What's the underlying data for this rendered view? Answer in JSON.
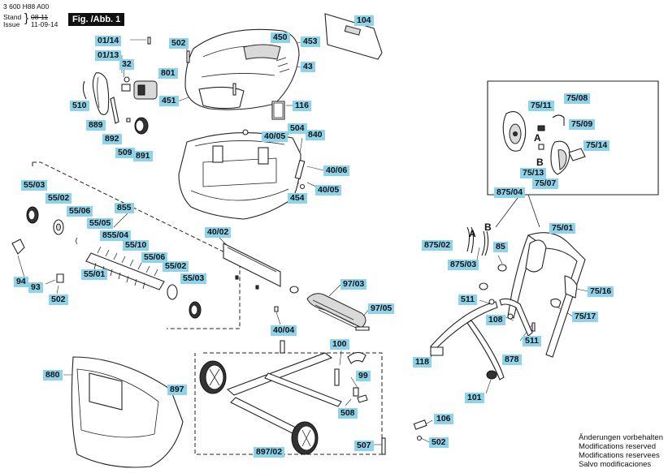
{
  "header": {
    "doc_number": "3 600 H88 A00",
    "stand_label": "Stand",
    "issue_label": "Issue",
    "old_date": "08-11",
    "date": "11-09-14",
    "figure": "Fig. /Abb. 1"
  },
  "labels": {
    "l104": "104",
    "l450": "450",
    "l453": "453",
    "l43": "43",
    "l451": "451",
    "l116": "116",
    "l502a": "502",
    "l0114": "01/14",
    "l0113": "01/13",
    "l32": "32",
    "l801": "801",
    "l510": "510",
    "l889": "889",
    "l892": "892",
    "l509": "509",
    "l891": "891",
    "l504": "504",
    "l840": "840",
    "l4005a": "40/05",
    "l4006": "40/06",
    "l454": "454",
    "l4005b": "40/05",
    "l5503a": "55/03",
    "l5502a": "55/02",
    "l5506a": "55/06",
    "l855": "855",
    "l5505": "55/05",
    "l85504": "855/04",
    "l5510": "55/10",
    "l5506b": "55/06",
    "l5502b": "55/02",
    "l5501": "55/01",
    "l5503b": "55/03",
    "l94": "94",
    "l93": "93",
    "l502b": "502",
    "l4002": "40/02",
    "l9703": "97/03",
    "l9705": "97/05",
    "l4004": "40/04",
    "l880": "880",
    "l897": "897",
    "l89702": "897/02",
    "l100": "100",
    "l99": "99",
    "l508": "508",
    "l507": "507",
    "l7511": "75/11",
    "l7508": "75/08",
    "l7509": "75/09",
    "l7514": "75/14",
    "l7513": "75/13",
    "l7507": "75/07",
    "l87504": "875/04",
    "l7501": "75/01",
    "l87502": "875/02",
    "l87503": "875/03",
    "l85": "85",
    "l511a": "511",
    "l7516": "75/16",
    "l7517": "75/17",
    "l108": "108",
    "l511b": "511",
    "l118": "118",
    "l878": "878",
    "l101": "101",
    "l106": "106",
    "l502c": "502"
  },
  "letters": {
    "a1": "A",
    "b1": "B",
    "a2": "A",
    "b2": "B"
  },
  "notes": {
    "de": "Änderungen vorbehalten",
    "en": "Modifications reserved",
    "fr": "Modifications reservees",
    "es": "Salvo modificaciones"
  }
}
